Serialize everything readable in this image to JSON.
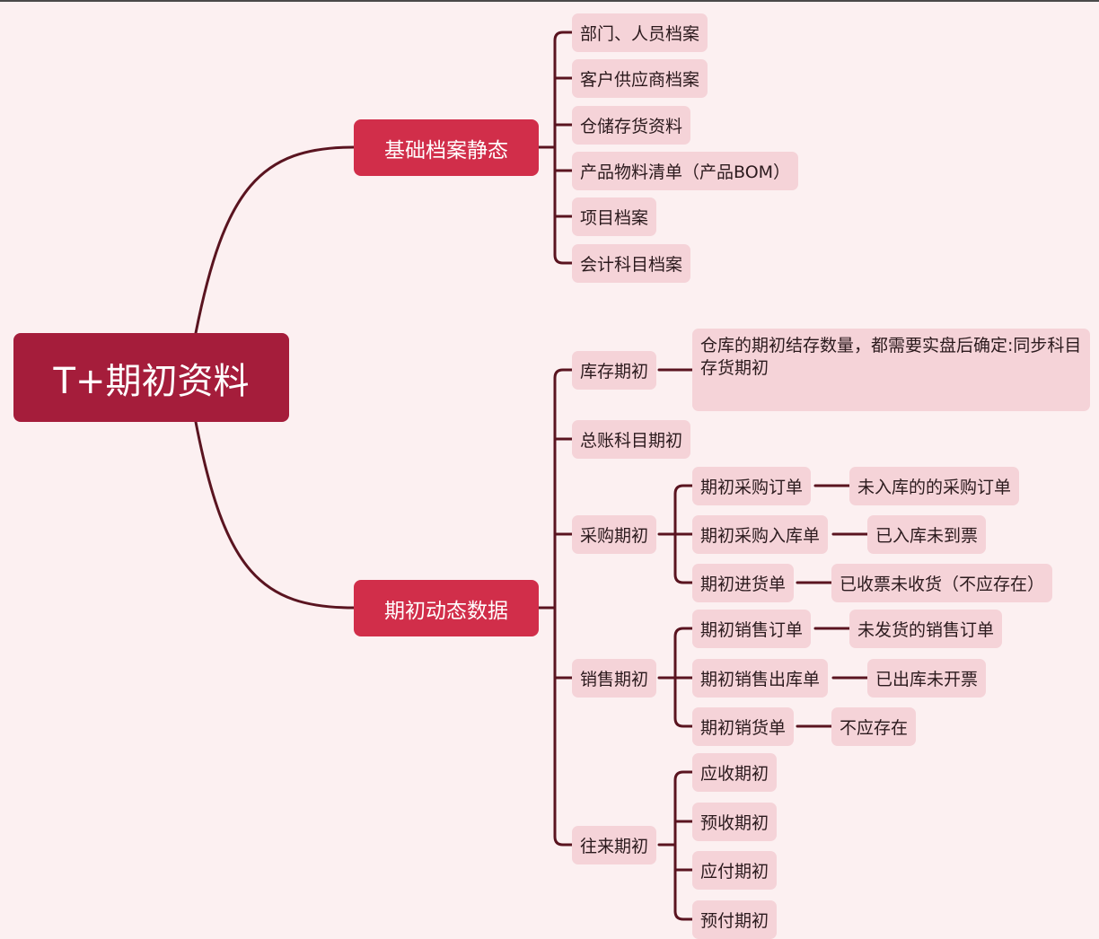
{
  "root": {
    "label": "T+期初资料"
  },
  "branches": {
    "static": {
      "label": "基础档案静态",
      "items": [
        "部门、人员档案",
        "客户供应商档案",
        "仓储存货资料",
        "产品物料清单（产品BOM）",
        "项目档案",
        "会计科目档案"
      ]
    },
    "dynamic": {
      "label": "期初动态数据",
      "inventory": {
        "label": "库存期初",
        "note": "仓库的期初结存数量，都需要实盘后确定:同步科目存货期初"
      },
      "ledger": {
        "label": "总账科目期初"
      },
      "purchase": {
        "label": "采购期初",
        "items": [
          {
            "label": "期初采购订单",
            "detail": "未入库的的采购订单"
          },
          {
            "label": "期初采购入库单",
            "detail": "已入库未到票"
          },
          {
            "label": "期初进货单",
            "detail": "已收票未收货（不应存在）"
          }
        ]
      },
      "sales": {
        "label": "销售期初",
        "items": [
          {
            "label": "期初销售订单",
            "detail": "未发货的销售订单"
          },
          {
            "label": "期初销售出库单",
            "detail": "已出库未开票"
          },
          {
            "label": "期初销货单",
            "detail": "不应存在"
          }
        ]
      },
      "dealings": {
        "label": "往来期初",
        "items": [
          "应收期初",
          "预收期初",
          "应付期初",
          "预付期初"
        ]
      }
    }
  },
  "colors": {
    "background": "#fcf0f1",
    "root": "#a51d3b",
    "branch": "#d12e4a",
    "leaf": "#f5d3d8",
    "connector": "#5a1420"
  }
}
